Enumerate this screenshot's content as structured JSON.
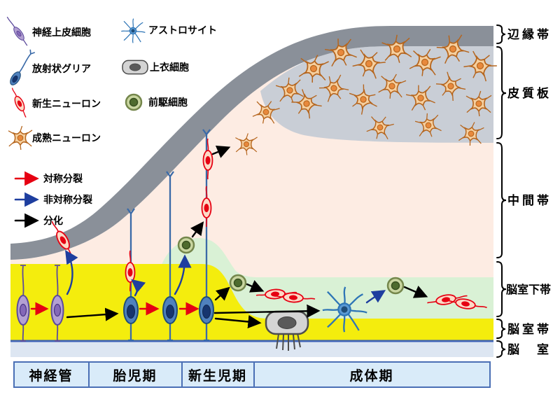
{
  "legend": {
    "cells": [
      {
        "name": "neuroepithelial-cell",
        "label": "神経上皮細胞"
      },
      {
        "name": "radial-glia",
        "label": "放射状グリア"
      },
      {
        "name": "newborn-neuron",
        "label": "新生ニューロン"
      },
      {
        "name": "mature-neuron",
        "label": "成熟ニューロン"
      },
      {
        "name": "astrocyte",
        "label": "アストロサイト"
      },
      {
        "name": "ependymal-cell",
        "label": "上衣細胞"
      },
      {
        "name": "progenitor-cell",
        "label": "前駆細胞"
      }
    ],
    "arrows": [
      {
        "name": "symmetric-division",
        "label": "対称分裂",
        "color": "#e60012"
      },
      {
        "name": "asymmetric-division",
        "label": "非対称分裂",
        "color": "#1e3e9f"
      },
      {
        "name": "differentiation",
        "label": "分化",
        "color": "#000000"
      }
    ]
  },
  "zones": {
    "marginal": {
      "label": "辺縁帯",
      "color": "#8a9099"
    },
    "cortical_plate": {
      "label": "皮質板",
      "color": "#c9ced6"
    },
    "intermediate": {
      "label": "中間帯",
      "color": "#fdece3"
    },
    "subventricular": {
      "label": "脳室下帯",
      "color": "#d9f1d5"
    },
    "ventricular": {
      "label": "脳室帯",
      "color": "#f4ed0d"
    },
    "ventricle": {
      "label": "脳　室",
      "color": "#dde6f2"
    }
  },
  "timeline": {
    "stages": [
      {
        "label": "神経管"
      },
      {
        "label": "胎児期"
      },
      {
        "label": "新生児期"
      },
      {
        "label": "成体期"
      }
    ],
    "text_color": "#17369e",
    "bg": "#d9ebf9",
    "border": "#4a6fb5"
  }
}
